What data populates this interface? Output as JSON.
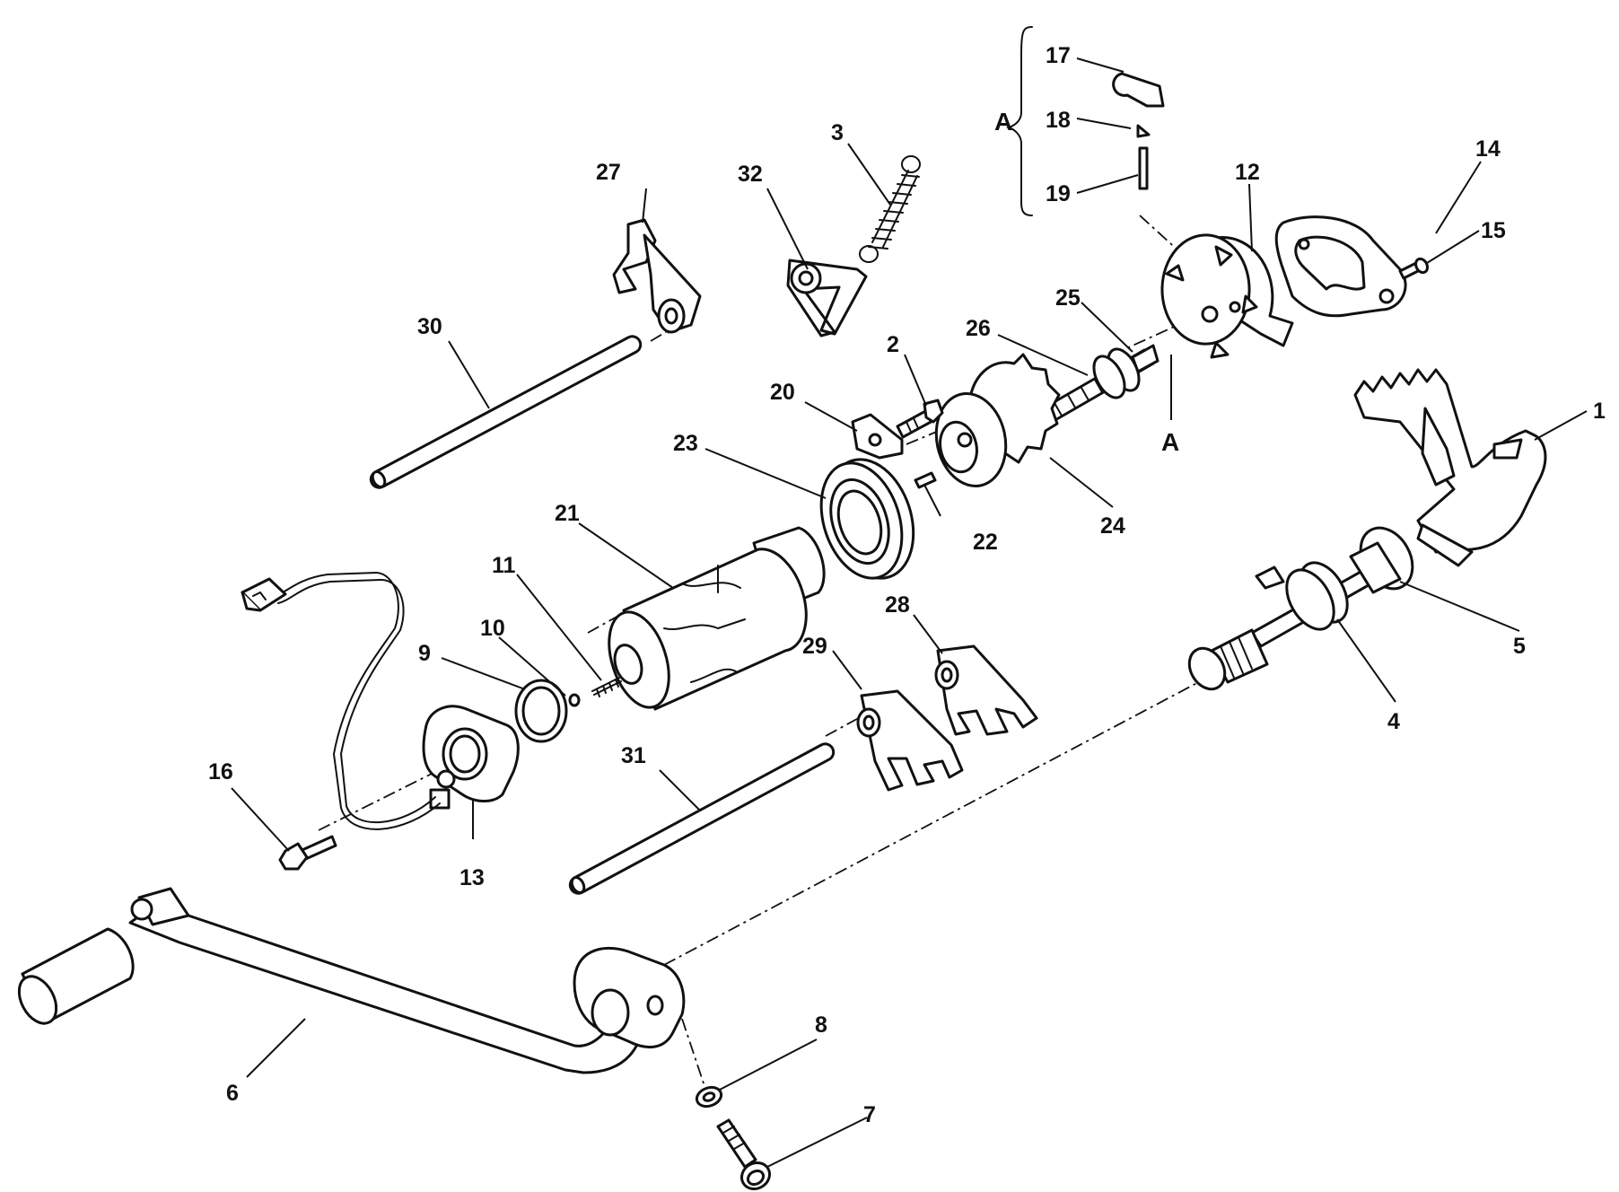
{
  "diagram": {
    "group_label": "A",
    "section_label": "A",
    "parts": [
      {
        "key": "shift_lever",
        "num": "1"
      },
      {
        "key": "bolt_2",
        "num": "2"
      },
      {
        "key": "spring_3",
        "num": "3"
      },
      {
        "key": "washer_4",
        "num": "4"
      },
      {
        "key": "bushing_5",
        "num": "5"
      },
      {
        "key": "gear_pedal",
        "num": "6"
      },
      {
        "key": "bolt_7",
        "num": "7"
      },
      {
        "key": "washer_8",
        "num": "8"
      },
      {
        "key": "o_ring",
        "num": "9"
      },
      {
        "key": "ball",
        "num": "10"
      },
      {
        "key": "spring_11",
        "num": "11"
      },
      {
        "key": "star_plate",
        "num": "12"
      },
      {
        "key": "gear_sensor",
        "num": "13"
      },
      {
        "key": "retainer_plate",
        "num": "14"
      },
      {
        "key": "screw_15",
        "num": "15"
      },
      {
        "key": "bolt_16",
        "num": "16"
      },
      {
        "key": "pawl",
        "num": "17"
      },
      {
        "key": "roller",
        "num": "18"
      },
      {
        "key": "pin_19",
        "num": "19"
      },
      {
        "key": "stopper_arm",
        "num": "20"
      },
      {
        "key": "shift_drum",
        "num": "21"
      },
      {
        "key": "pin_22",
        "num": "22"
      },
      {
        "key": "bearing",
        "num": "23"
      },
      {
        "key": "shift_cam",
        "num": "24"
      },
      {
        "key": "collar_25",
        "num": "25"
      },
      {
        "key": "shaft_26",
        "num": "26"
      },
      {
        "key": "fork_27",
        "num": "27"
      },
      {
        "key": "fork_28",
        "num": "28"
      },
      {
        "key": "fork_29",
        "num": "29"
      },
      {
        "key": "fork_rod_30",
        "num": "30"
      },
      {
        "key": "fork_rod_31",
        "num": "31"
      },
      {
        "key": "stopper_lever",
        "num": "32"
      }
    ]
  }
}
